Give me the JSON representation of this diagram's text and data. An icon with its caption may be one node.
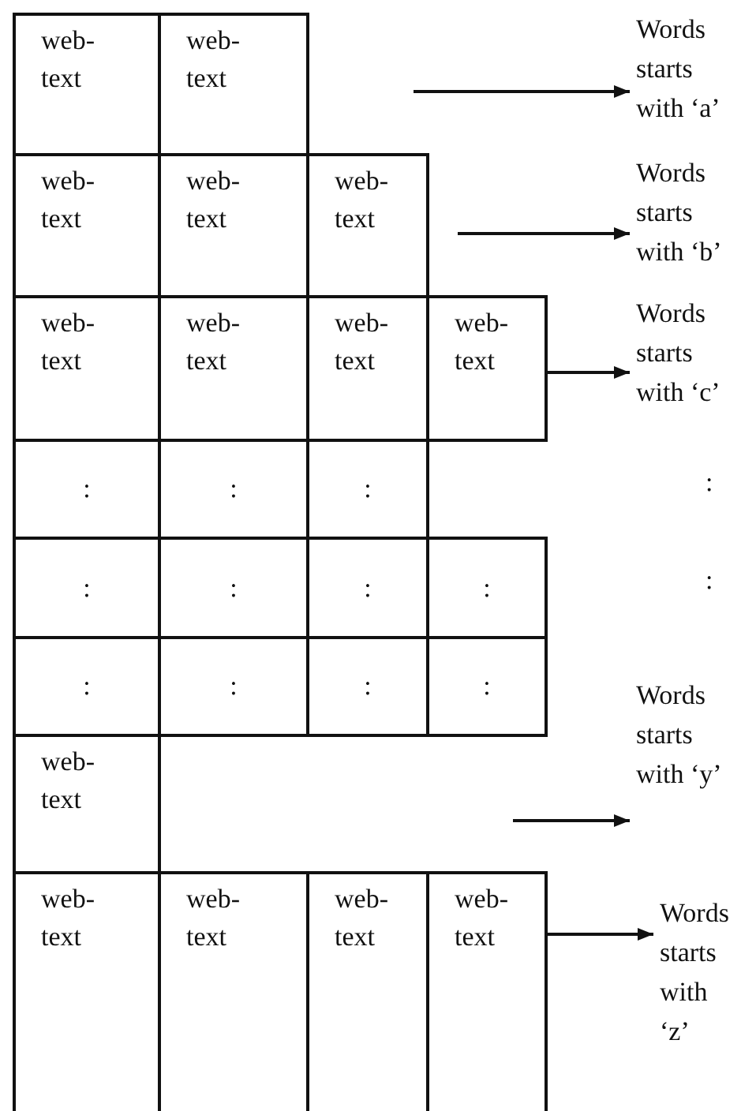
{
  "diagram": {
    "nodes": [
      {
        "text": [
          "web-text"
        ]
      },
      {
        "text": [
          "web-text"
        ]
      },
      {
        "text": [
          "Words starts with ‘a’"
        ]
      },
      {
        "text": [
          "web-text"
        ]
      },
      {
        "text": [
          "web-text"
        ]
      },
      {
        "text": [
          "web-text"
        ]
      },
      {
        "text": [
          "Words starts with ‘b’"
        ]
      },
      {
        "text": [
          "web-text"
        ]
      },
      {
        "text": [
          "web-text"
        ]
      },
      {
        "text": [
          "web-text"
        ]
      },
      {
        "text": [
          "web-text"
        ]
      },
      {
        "text": [
          "Words starts with ‘c’"
        ]
      },
      {
        "text": [
          ":"
        ]
      },
      {
        "text": [
          ":"
        ]
      },
      {
        "text": [
          ":"
        ]
      },
      {
        "text": [
          ":"
        ]
      },
      {
        "text": [
          ":"
        ]
      },
      {
        "text": [
          ":"
        ]
      },
      {
        "text": [
          ":"
        ]
      },
      {
        "text": [
          ":"
        ]
      },
      {
        "text": [
          ":"
        ]
      },
      {
        "text": [
          ":"
        ]
      },
      {
        "text": [
          ":"
        ]
      },
      {
        "text": [
          "web-text"
        ]
      },
      {
        "text": [
          "Words starts with ‘y’"
        ]
      },
      {
        "text": [
          "web-text"
        ]
      },
      {
        "text": [
          "web-text"
        ]
      },
      {
        "text": [
          "web-text"
        ]
      },
      {
        "text": [
          "web-text"
        ]
      },
      {
        "text": [
          "Words starts with ‘z’"
        ]
      }
    ],
    "edges": [
      {
        "from": null,
        "to": 2,
        "arrow": "to"
      },
      {
        "from": null,
        "to": 6,
        "arrow": "to"
      },
      {
        "from": 10,
        "to": 11,
        "arrow": "to"
      },
      {
        "from": null,
        "to": 24,
        "arrow": "to"
      },
      {
        "from": 28,
        "to": 29,
        "arrow": "to"
      }
    ],
    "labels": [
      ":",
      ":"
    ]
  }
}
